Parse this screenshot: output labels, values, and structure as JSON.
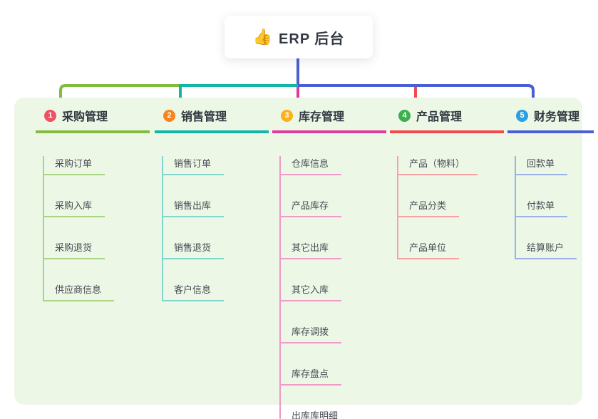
{
  "root": {
    "icon": "👍",
    "title": "ERP 后台"
  },
  "colors": {
    "root_line": "#4a5fd3",
    "panel_bg": "#ecf7e6",
    "card_bg": "#ffffff"
  },
  "branches": [
    {
      "badge": "1",
      "badge_color": "#f15064",
      "color": "#82bb3f",
      "color_light": "#a9d584",
      "title": "采购管理",
      "children": [
        "采购订单",
        "采购入库",
        "采购退货",
        "供应商信息"
      ]
    },
    {
      "badge": "2",
      "badge_color": "#f8831f",
      "color": "#12b5a8",
      "color_light": "#84d5cd",
      "title": "销售管理",
      "children": [
        "销售订单",
        "销售出库",
        "销售退货",
        "客户信息"
      ]
    },
    {
      "badge": "3",
      "badge_color": "#fbb117",
      "color": "#df3a9d",
      "color_light": "#f09ac8",
      "title": "库存管理",
      "children": [
        "仓库信息",
        "产品库存",
        "其它出库",
        "其它入库",
        "库存调拨",
        "库存盘点",
        "出库库明细"
      ]
    },
    {
      "badge": "4",
      "badge_color": "#3cb04e",
      "color": "#f5484e",
      "color_light": "#f9a0a4",
      "title": "产品管理",
      "children": [
        "产品（物料）",
        "产品分类",
        "产品单位"
      ]
    },
    {
      "badge": "5",
      "badge_color": "#2aa0e5",
      "color": "#4a5fd3",
      "color_light": "#9cb2e6",
      "title": "财务管理",
      "children": [
        "回款单",
        "付款单",
        "结算账户"
      ]
    }
  ]
}
